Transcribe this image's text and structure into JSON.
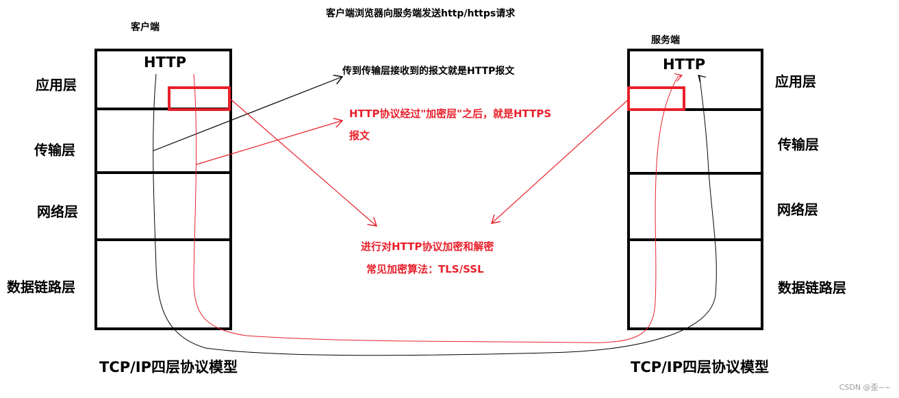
{
  "title": "客户端浏览器向服务端发送http/https请求",
  "client": {
    "label": "客户端",
    "http": "HTTP",
    "layers": [
      "应用层",
      "传输层",
      "网络层",
      "数据链路层"
    ],
    "caption": "TCP/IP四层协议模型"
  },
  "server": {
    "label": "服务端",
    "http": "HTTP",
    "layers": [
      "应用层",
      "传输层",
      "网络层",
      "数据链路层"
    ],
    "caption": "TCP/IP四层协议模型"
  },
  "annotations": {
    "transport_note": "传到传输层接收到的报文就是HTTP报文",
    "encryption_note_line1": "HTTP协议经过\"加密层\"之后，就是HTTPS",
    "encryption_note_line2": "报文",
    "crypto_line1": "进行对HTTP协议加密和解密",
    "crypto_line2": "常见加密算法：TLS/SSL"
  },
  "watermark": "CSDN @歪~~",
  "colors": {
    "red": "#e8202b",
    "black": "#000000"
  }
}
